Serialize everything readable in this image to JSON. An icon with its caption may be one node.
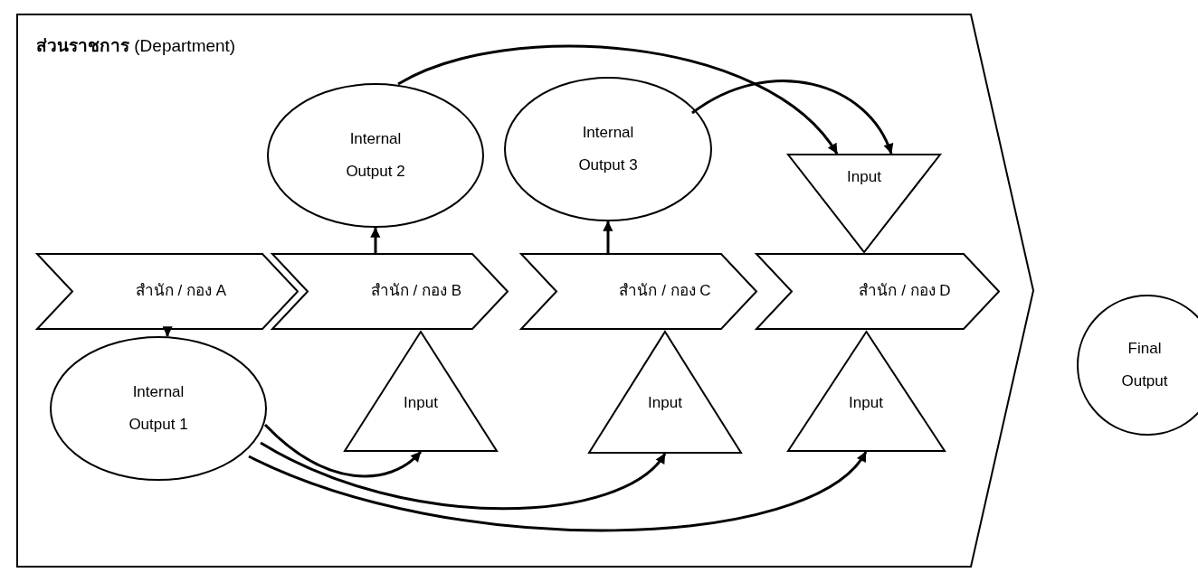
{
  "diagram": {
    "nodes": [
      {
        "text": [
          "**ส่วนราชการ** (Department)"
        ]
      },
      {
        "text": [
          "Internal Output 2"
        ],
        "in": 0
      },
      {
        "text": [
          "Internal Output 3"
        ],
        "in": 0
      },
      {
        "text": [
          "Input"
        ],
        "in": 0
      },
      {
        "text": [
          "สำนัก / กอง A"
        ],
        "in": 0
      },
      {
        "text": [
          "สำนัก / กอง B"
        ],
        "in": 0
      },
      {
        "text": [
          "สำนัก / กอง C"
        ],
        "in": 0
      },
      {
        "text": [
          "สำนัก / กอง D"
        ],
        "in": 0
      },
      {
        "text": [
          "Final Output"
        ]
      },
      {
        "text": [
          "Internal Output 1"
        ],
        "in": 0
      },
      {
        "text": [
          "Input"
        ],
        "in": 0
      },
      {
        "text": [
          "Input"
        ],
        "in": 0
      },
      {
        "text": [
          "Input"
        ],
        "in": 0
      }
    ],
    "edges": [
      {
        "from": 4,
        "to": 9,
        "arrow": "to"
      },
      {
        "from": 5,
        "to": 1,
        "arrow": "to"
      },
      {
        "from": 6,
        "to": 2,
        "arrow": "to"
      },
      {
        "from": 1,
        "to": 3,
        "arrow": "to"
      },
      {
        "from": 2,
        "to": 3,
        "arrow": "to"
      },
      {
        "from": 9,
        "to": 10,
        "arrow": "to"
      },
      {
        "from": 9,
        "to": 11,
        "arrow": "to"
      },
      {
        "from": 9,
        "to": 12,
        "arrow": "to"
      }
    ]
  }
}
